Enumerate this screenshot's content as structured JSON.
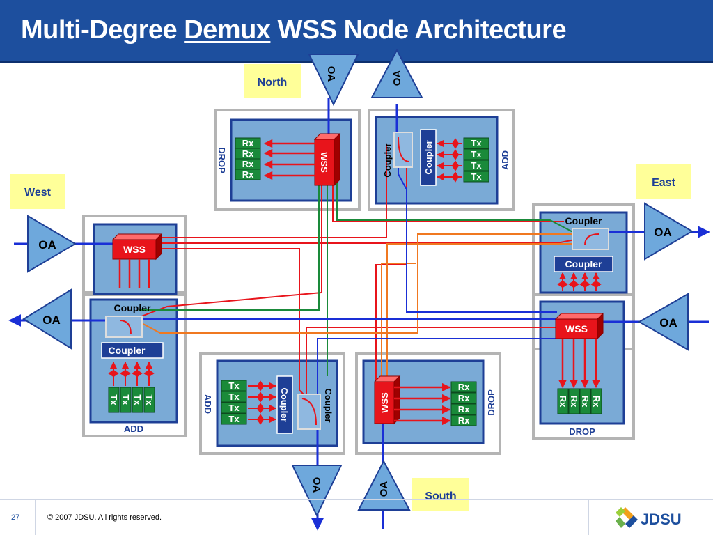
{
  "header": {
    "title_pre": "Multi-Degree ",
    "title_underlined": "Demux",
    "title_post": " WSS Node Architecture"
  },
  "diagram": {
    "directions": {
      "north": "North",
      "east": "East",
      "west": "West",
      "south": "South"
    },
    "oa": "OA",
    "wss": "WSS",
    "coupler": "Coupler",
    "drop": "DROP",
    "add": "ADD",
    "rx": "Rx",
    "tx": "Tx"
  },
  "footer": {
    "page_number": "27",
    "copyright": "© 2007 JDSU. All rights reserved.",
    "logo_text": "JDSU"
  },
  "colors": {
    "header_blue": "#1d4f9e",
    "panel_fill": "#7aaad6",
    "panel_border": "#1e3f96",
    "frame_gray": "#b4b4b4",
    "wss_red": "#e8141b",
    "trx_green": "#1a8a3a",
    "label_yellow": "#ffff99",
    "oa_blue": "#6ea8dc",
    "line_red": "#e8141b",
    "line_green": "#1a8a3a",
    "line_orange": "#f07820",
    "line_blue": "#1a2fd6"
  }
}
